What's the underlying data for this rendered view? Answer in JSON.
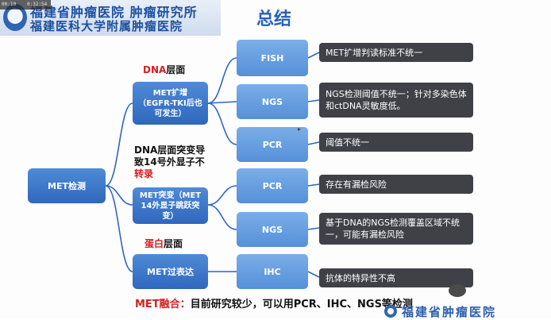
{
  "player": {
    "time_current": "00:10",
    "time_total": "0:32:54"
  },
  "header": {
    "hospital_line1": "福建省肿瘤医院  肿瘤研究所",
    "hospital_line2": "福建医科大学附属肿瘤医院"
  },
  "slide": {
    "title": "总结",
    "root": "MET检测",
    "categories": {
      "dna_label_red": "DNA",
      "dna_label_rest": "层面",
      "amp_node": "MET扩增（EGFR-TKI后也可发生）",
      "mut_label_line1": "DNA层面突变导",
      "mut_label_line2": "致14号外显子不",
      "mut_label_line3_red": "转录",
      "mut_node": "MET突变（MET 14外显子跳跃突变）",
      "protein_label_red": "蛋白",
      "protein_label_rest": "层面",
      "overexp_node": "MET过表达"
    },
    "methods": [
      "FISH",
      "NGS",
      "PCR",
      "PCR",
      "NGS",
      "IHC"
    ],
    "notes": [
      "MET扩增判读标准不统一",
      "NGS检测阈值不统一；针对多染色体和ctDNA灵敏度低。",
      "阈值不统一",
      "存在有漏检风险",
      "基于DNA的NGS检测覆盖区域不统一，可能有漏检风险",
      "抗体的特异性不高"
    ],
    "fusion_red": "MET融合：",
    "fusion_rest": "目前研究较少，可以用PCR、IHC、NGS等检测"
  },
  "footer_logo": "福建省肿瘤医院",
  "colors": {
    "node_blue": "#2f67bd",
    "method_blue": "#5590d8",
    "note_dark": "#3f4146",
    "connector": "#2f67bd",
    "accent_red": "#d61f1f",
    "title_blue": "#2a62b8"
  }
}
